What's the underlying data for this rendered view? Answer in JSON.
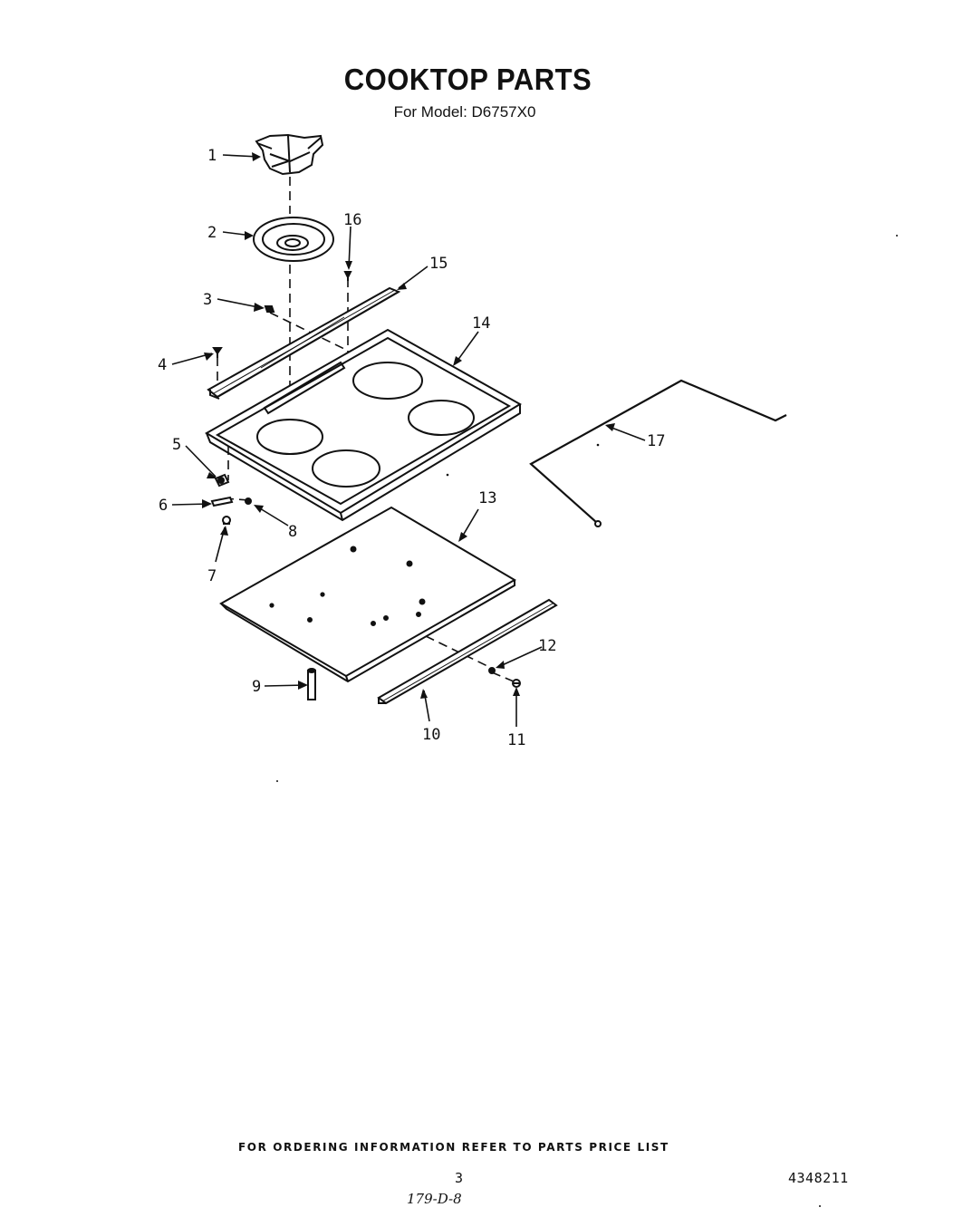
{
  "header": {
    "title": "COOKTOP PARTS",
    "model_line": "For Model: D6757X0"
  },
  "callouts": [
    "1",
    "2",
    "3",
    "4",
    "5",
    "6",
    "7",
    "8",
    "9",
    "10",
    "11",
    "12",
    "13",
    "14",
    "15",
    "16",
    "17"
  ],
  "footer": {
    "ordering_note": "FOR ORDERING INFORMATION REFER TO PARTS PRICE LIST",
    "page_number": "3",
    "document_number": "4348211",
    "handwritten_code": "179-D-8"
  },
  "colors": {
    "ink": "#111111",
    "paper": "#ffffff"
  }
}
